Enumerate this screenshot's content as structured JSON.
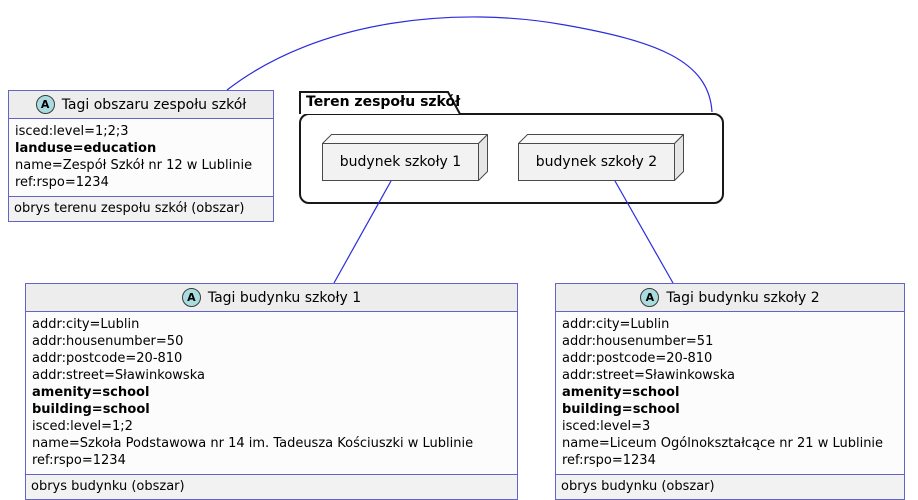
{
  "diagram": {
    "package": {
      "title": "Teren zespołu szkół",
      "nodes": [
        {
          "label": "budynek szkoły 1"
        },
        {
          "label": "budynek szkoły 2"
        }
      ]
    },
    "classes": [
      {
        "icon_letter": "A",
        "title": "Tagi obszaru zespołu szkół",
        "tags": [
          {
            "text": "isced:level=1;2;3",
            "bold": false
          },
          {
            "text": "landuse=education",
            "bold": true
          },
          {
            "text": "name=Zespół Szkół nr 12 w Lublinie",
            "bold": false
          },
          {
            "text": "ref:rspo=1234",
            "bold": false
          }
        ],
        "footer": "obrys terenu zespołu szkół (obszar)"
      },
      {
        "icon_letter": "A",
        "title": "Tagi budynku szkoły 1",
        "tags": [
          {
            "text": "addr:city=Lublin",
            "bold": false
          },
          {
            "text": "addr:housenumber=50",
            "bold": false
          },
          {
            "text": "addr:postcode=20-810",
            "bold": false
          },
          {
            "text": "addr:street=Sławinkowska",
            "bold": false
          },
          {
            "text": "amenity=school",
            "bold": true
          },
          {
            "text": "building=school",
            "bold": true
          },
          {
            "text": "isced:level=1;2",
            "bold": false
          },
          {
            "text": "name=Szkoła Podstawowa nr 14 im. Tadeusza Kościuszki w Lublinie",
            "bold": false
          },
          {
            "text": "ref:rspo=1234",
            "bold": false
          }
        ],
        "footer": "obrys budynku (obszar)"
      },
      {
        "icon_letter": "A",
        "title": "Tagi budynku szkoły 2",
        "tags": [
          {
            "text": "addr:city=Lublin",
            "bold": false
          },
          {
            "text": "addr:housenumber=51",
            "bold": false
          },
          {
            "text": "addr:postcode=20-810",
            "bold": false
          },
          {
            "text": "addr:street=Sławinkowska",
            "bold": false
          },
          {
            "text": "amenity=school",
            "bold": true
          },
          {
            "text": "building=school",
            "bold": true
          },
          {
            "text": "isced:level=3",
            "bold": false
          },
          {
            "text": "name=Liceum Ogólnokształcące nr 21 w Lublinie",
            "bold": false
          },
          {
            "text": "ref:rspo=1234",
            "bold": false
          }
        ],
        "footer": "obrys budynku (obszar)"
      }
    ],
    "colors": {
      "class_border": "#6464C8",
      "class_header_bg": "#EDEDED",
      "class_footer_bg": "#F2F2F2",
      "abstract_circle_fill": "#A9DCDF",
      "package_border": "#181818",
      "node_fill": "#F2F2F2",
      "edge_blue": "#2B2BE0"
    }
  }
}
